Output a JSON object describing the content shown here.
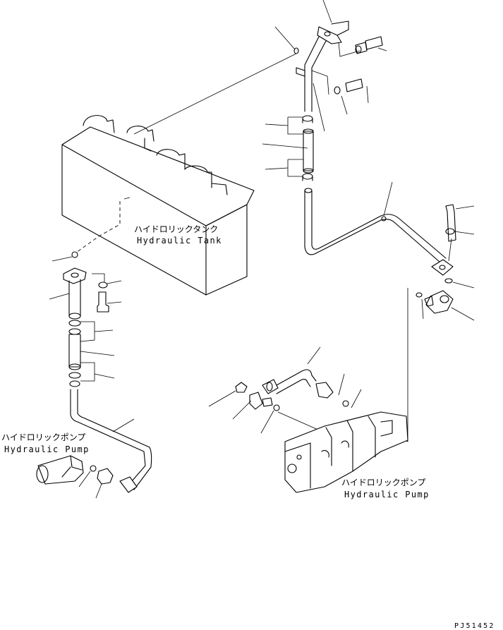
{
  "diagram": {
    "labels": {
      "tank_jp": "ハイドロリックタンク",
      "tank_en": "Hydraulic Tank",
      "pump_left_jp": "ハイドロリックポンプ",
      "pump_left_en": "Hydraulic Pump",
      "pump_right_jp": "ハイドロリックポンプ",
      "pump_right_en": "Hydraulic Pump",
      "drawing_code": "PJ51452"
    }
  }
}
